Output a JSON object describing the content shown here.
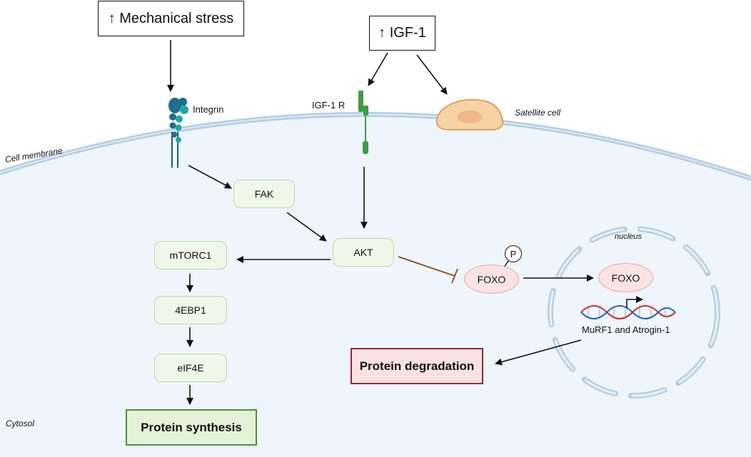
{
  "inputs": {
    "mechanical": "↑ Mechanical stress",
    "igf": "↑ IGF-1"
  },
  "receptors": {
    "integrin": "Integrin",
    "igf1r": "IGF-1 R",
    "satellite": "Satellite cell"
  },
  "regions": {
    "membrane": "Cell membrane",
    "cytosol": "Cytosol",
    "nucleus": "nucleus"
  },
  "nodes": {
    "fak": "FAK",
    "akt": "AKT",
    "mtorc1": "mTORC1",
    "ebp": "4EBP1",
    "eif": "eIF4E",
    "foxo_p": "FOXO",
    "phospho": "P",
    "foxo_n": "FOXO",
    "genes": "MuRF1 and Atrogin-1"
  },
  "outcomes": {
    "synthesis": "Protein synthesis",
    "degradation": "Protein degradation"
  },
  "colors": {
    "synthesis_border": "#4f8f34",
    "degradation_border": "#8c2d3a",
    "inhibition": "#8a4a1c",
    "cell_fill": "#eef5fb"
  }
}
